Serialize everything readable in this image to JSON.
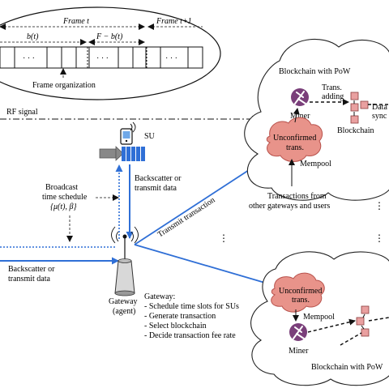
{
  "frame": {
    "frame_t": "Frame t",
    "frame_t1": "Frame t+1",
    "b_t": "b(t)",
    "f_minus_b": "F − b(t)",
    "dots": "· · ·",
    "caption": "Frame organization"
  },
  "rf_signal": "RF signal",
  "su_label": "SU",
  "broadcast": {
    "line1": "Broadcast",
    "line2": "time schedule",
    "line3": "{μ(t), β}"
  },
  "backscatter_top": {
    "line1": "Backscatter or",
    "line2": "transmit data"
  },
  "backscatter_left": {
    "line1": "Backscatter or",
    "line2": "transmit data"
  },
  "transmit_transaction": "Transmit transaction",
  "gateway": {
    "line1": "Gateway",
    "line2": "(agent)"
  },
  "gateway_tasks": {
    "title": "Gateway:",
    "items": [
      "- Schedule time slots for SUs",
      "- Generate transaction",
      "- Select blockchain",
      "- Decide transaction fee rate"
    ]
  },
  "cloud_top": {
    "title": "Blockchain with PoW",
    "trans_adding_1": "Trans.",
    "trans_adding_2": "adding",
    "miner": "Miner",
    "data_sync_1": "Data",
    "data_sync_2": "sync",
    "blockchain": "Blockchain",
    "unconfirmed_1": "Unconfirmed",
    "unconfirmed_2": "trans.",
    "mempool": "Mempool"
  },
  "transactions_from": {
    "line1": "Transactions from",
    "line2": "other gateways and users"
  },
  "cloud_bottom": {
    "title": "Blockchain with PoW",
    "unconfirmed_1": "Unconfirmed",
    "unconfirmed_2": "trans.",
    "mempool": "Mempool",
    "miner": "Miner"
  },
  "colors": {
    "blue": "#2f6fd6",
    "salmon": "#e8938a",
    "salmon_dark": "#b8524c",
    "block": "#e9a0a0",
    "miner_purple": "#7a3f7a"
  }
}
